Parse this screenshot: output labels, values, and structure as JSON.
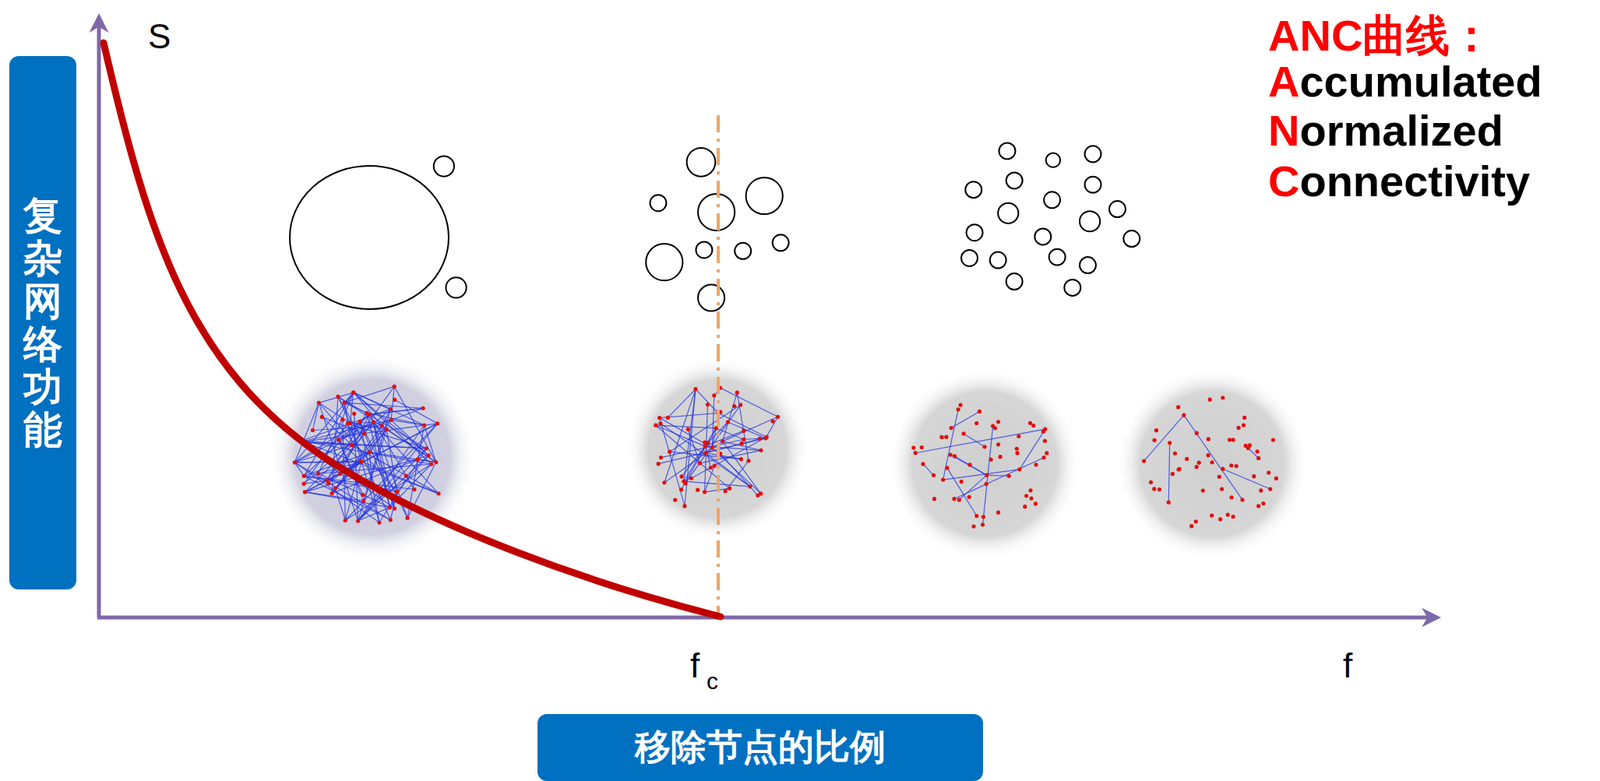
{
  "diagram": {
    "nodes": [
      {
        "text": [
          "复杂网络功能"
        ]
      },
      {
        "text": [
          "移除节点的比例"
        ]
      }
    ],
    "labels": [
      "S",
      "f",
      "c",
      "f",
      "ANC曲线：",
      "Accumulated",
      "Normalized",
      "Connectivity"
    ]
  }
}
